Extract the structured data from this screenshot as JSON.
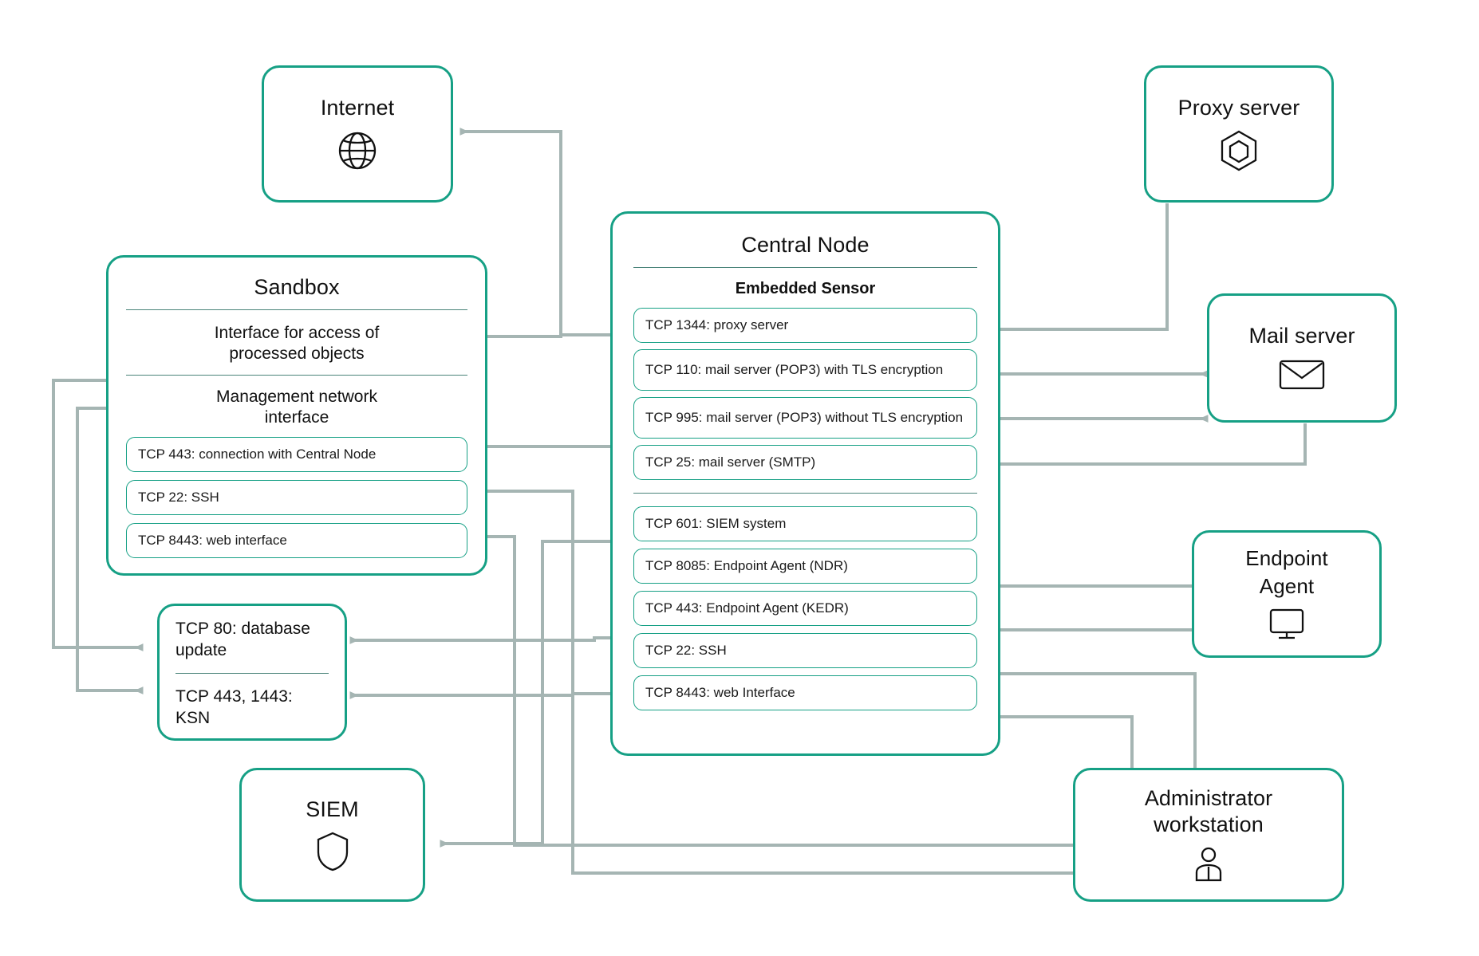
{
  "diagram": {
    "title": "Network ports and connections diagram",
    "accent_color": "#16a085",
    "wire_color": "#a5b5b3",
    "text_color": "#111111"
  },
  "nodes": {
    "internet": {
      "label": "Internet",
      "icon": "globe-icon"
    },
    "proxy_server": {
      "label": "Proxy server",
      "icon": "hexagon-node-icon"
    },
    "mail_server": {
      "label": "Mail server",
      "icon": "envelope-icon"
    },
    "endpoint_agent": {
      "label": "Endpoint Agent",
      "label_line1": "Endpoint",
      "label_line2": "Agent",
      "icon": "monitor-icon"
    },
    "siem": {
      "label": "SIEM",
      "icon": "shield-icon"
    },
    "administrator_workstation": {
      "label": "Administrator workstation",
      "label_line1": "Administrator",
      "label_line2": "workstation",
      "icon": "user-icon"
    }
  },
  "sandbox": {
    "title": "Sandbox",
    "sections": [
      {
        "label": "Interface for access of processed objects",
        "line1": "Interface for access of",
        "line2": "processed objects",
        "ports": []
      },
      {
        "label": "Management network interface",
        "line1": "Management network",
        "line2": "interface",
        "ports": [
          "TCP 443: connection with Central Node",
          "TCP 22: SSH",
          "TCP 8443: web interface"
        ]
      }
    ]
  },
  "central_node": {
    "title": "Central Node",
    "subtitle": "Embedded Sensor",
    "sensor_ports": [
      "TCP 1344: proxy server",
      "TCP 110: mail server (POP3) with TLS encryption",
      "TCP 995: mail server (POP3) without TLS encryption",
      "TCP 25: mail server (SMTP)"
    ],
    "other_ports": [
      "TCP 601: SIEM system",
      "TCP 8085: Endpoint Agent (NDR)",
      "TCP 443: Endpoint Agent (KEDR)",
      "TCP 22: SSH",
      "TCP 8443: web Interface"
    ]
  },
  "update_box": {
    "line1": "TCP 80: database update",
    "line1a": "TCP 80: database",
    "line1b": "update",
    "line2": "TCP 443, 1443: KSN"
  }
}
